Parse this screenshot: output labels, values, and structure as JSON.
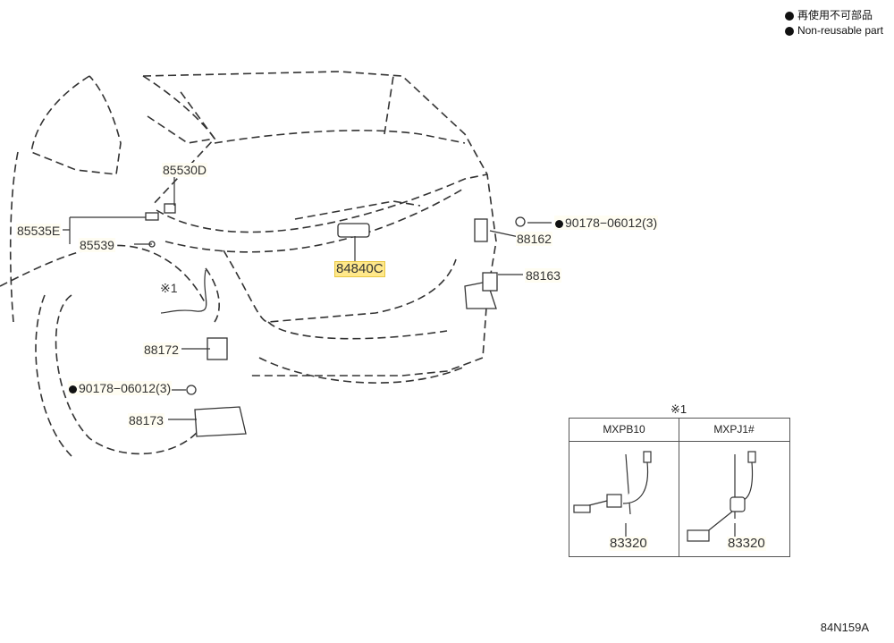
{
  "legend": {
    "items": [
      {
        "icon": "filled-circle-icon",
        "label": "再使用不可部品"
      },
      {
        "icon": "filled-circle-icon",
        "label": "Non-reusable part"
      }
    ]
  },
  "parts": {
    "p85530D": "85530D",
    "p85535E": "85535E",
    "p85539": "85539",
    "note1": "※1",
    "p88172": "88172",
    "p90178_left": "90178−06012(3)",
    "p88173": "88173",
    "p84840C": "84840C",
    "p90178_right": "90178−06012(3)",
    "p88162": "88162",
    "p88163": "88163"
  },
  "inset": {
    "ref": "※1",
    "columns": [
      {
        "header": "MXPB10",
        "part": "83320"
      },
      {
        "header": "MXPJ1#",
        "part": "83320"
      }
    ]
  },
  "diagram_code": "84N159A",
  "highlight_color": "#ffe88a"
}
